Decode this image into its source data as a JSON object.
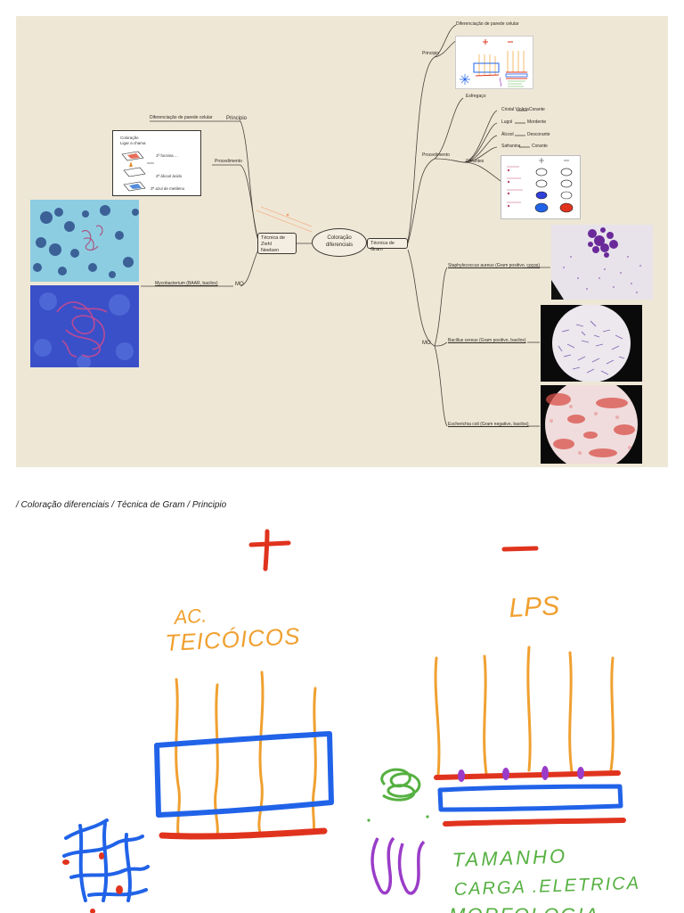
{
  "center": {
    "line1": "Coloração",
    "line2": "diferenciais"
  },
  "ziehl": {
    "node_line1": "Técnica de Ziehl",
    "node_line2": "Neelsen",
    "principio_label": "Principio",
    "principio_desc": "Diferenciação de parede celular",
    "procedimento_label": "Procedimento",
    "mo_label": "MO",
    "mo_item": "Mycobacterium (BAAR, bacilos)",
    "card_lines": [
      "Coloração",
      "Ligar a chama",
      "1ª fucsina ...",
      "2ª álcool ácido",
      "3ª azul de metileno"
    ]
  },
  "gram": {
    "node_label": "Técnica de Gram",
    "principio_label": "Principio",
    "principio_desc": "Diferenciação de parede celular",
    "procedimento_label": "Procedimento",
    "esfregaco": "Esfregaço",
    "corantes_label": "Corantes",
    "corantes": [
      {
        "name": "Cristal Violeta",
        "note": "Corante"
      },
      {
        "name": "Lugol",
        "note": "Mordente"
      },
      {
        "name": "Álcool",
        "note": "Descorante"
      },
      {
        "name": "Safranina",
        "note": "Corante"
      }
    ],
    "mo_label": "MO",
    "mo_items": [
      "Staphylococcus aureus (Gram positivo, cocos)",
      "Bacillus cereus (Gram positivo, bacilos)",
      "Escherichia coli (Gram negativo, bacilos)"
    ]
  },
  "breadcrumb": "/ Coloração diferenciais / Técnica de Gram / Principio",
  "detail": {
    "plus": "+",
    "minus": "−",
    "ac_line1": "AC.",
    "ac_line2": "TEICÓICOS",
    "lps": "LPS",
    "tamanho": "TAMANHO",
    "carga": "CARGA .ELETRICA",
    "morfologia": "MORFOLOGIA"
  },
  "colors": {
    "board_bg": "#efe7d6",
    "ink": "#3a3530",
    "blue": "#2163e8",
    "red": "#e0331e",
    "orange": "#f0a030",
    "green": "#55b040",
    "purple": "#9a3cc8"
  }
}
